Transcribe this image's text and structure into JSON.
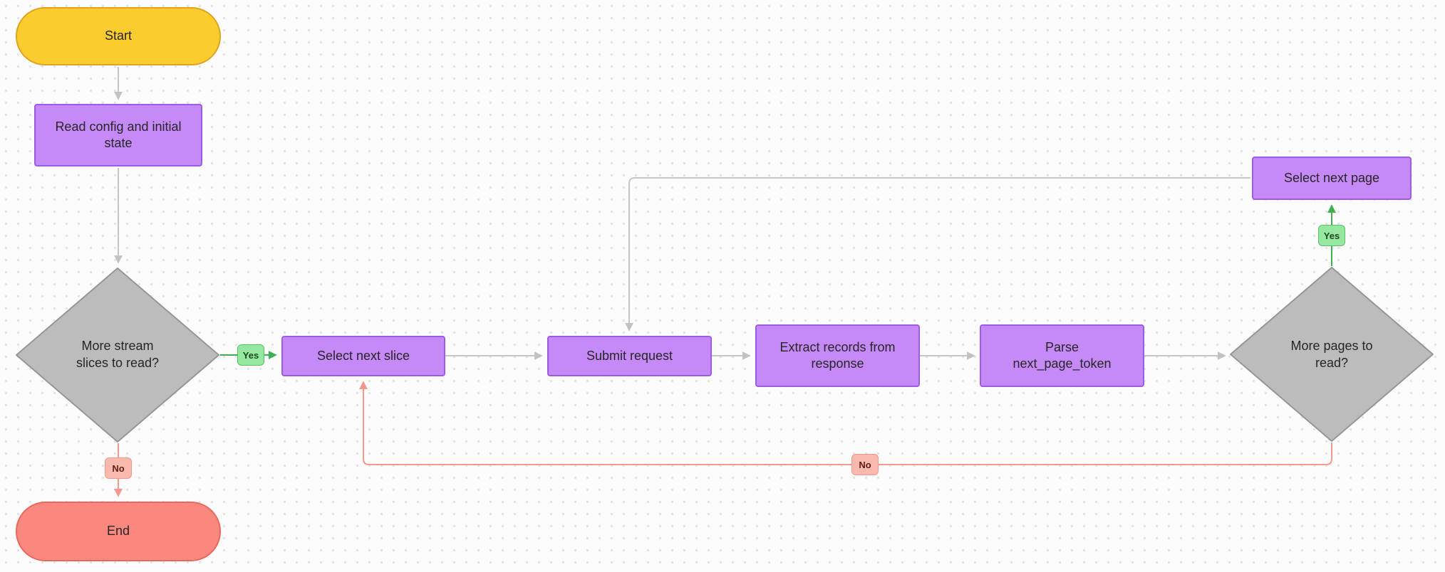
{
  "diagram": {
    "nodes": {
      "start": {
        "label": "Start"
      },
      "read_config": {
        "label": "Read config and initial\nstate"
      },
      "more_slices": {
        "label": "More stream\nslices to read?"
      },
      "select_next_slice": {
        "label": "Select next slice"
      },
      "submit_request": {
        "label": "Submit request"
      },
      "extract_records": {
        "label": "Extract records from\nresponse"
      },
      "parse_token": {
        "label": "Parse\nnext_page_token"
      },
      "more_pages": {
        "label": "More pages to\nread?"
      },
      "select_next_page": {
        "label": "Select next page"
      },
      "end": {
        "label": "End"
      }
    },
    "edge_labels": {
      "yes_more_slices": "Yes",
      "no_more_slices": "No",
      "yes_more_pages": "Yes",
      "no_more_pages": "No"
    },
    "colors": {
      "process_fill": "#C689F8",
      "process_border": "#9D5CE6",
      "decision_fill": "#BCBCBC",
      "decision_border": "#969696",
      "start_fill": "#FACC2E",
      "start_border": "#DFA321",
      "end_fill": "#F9897F",
      "end_border": "#E8685C",
      "yes_badge_fill": "#96E8A0",
      "no_badge_fill": "#FAB9AD",
      "edge_gray": "#C6C6C6",
      "edge_green": "#3FAF52",
      "edge_red": "#F4978E"
    }
  }
}
